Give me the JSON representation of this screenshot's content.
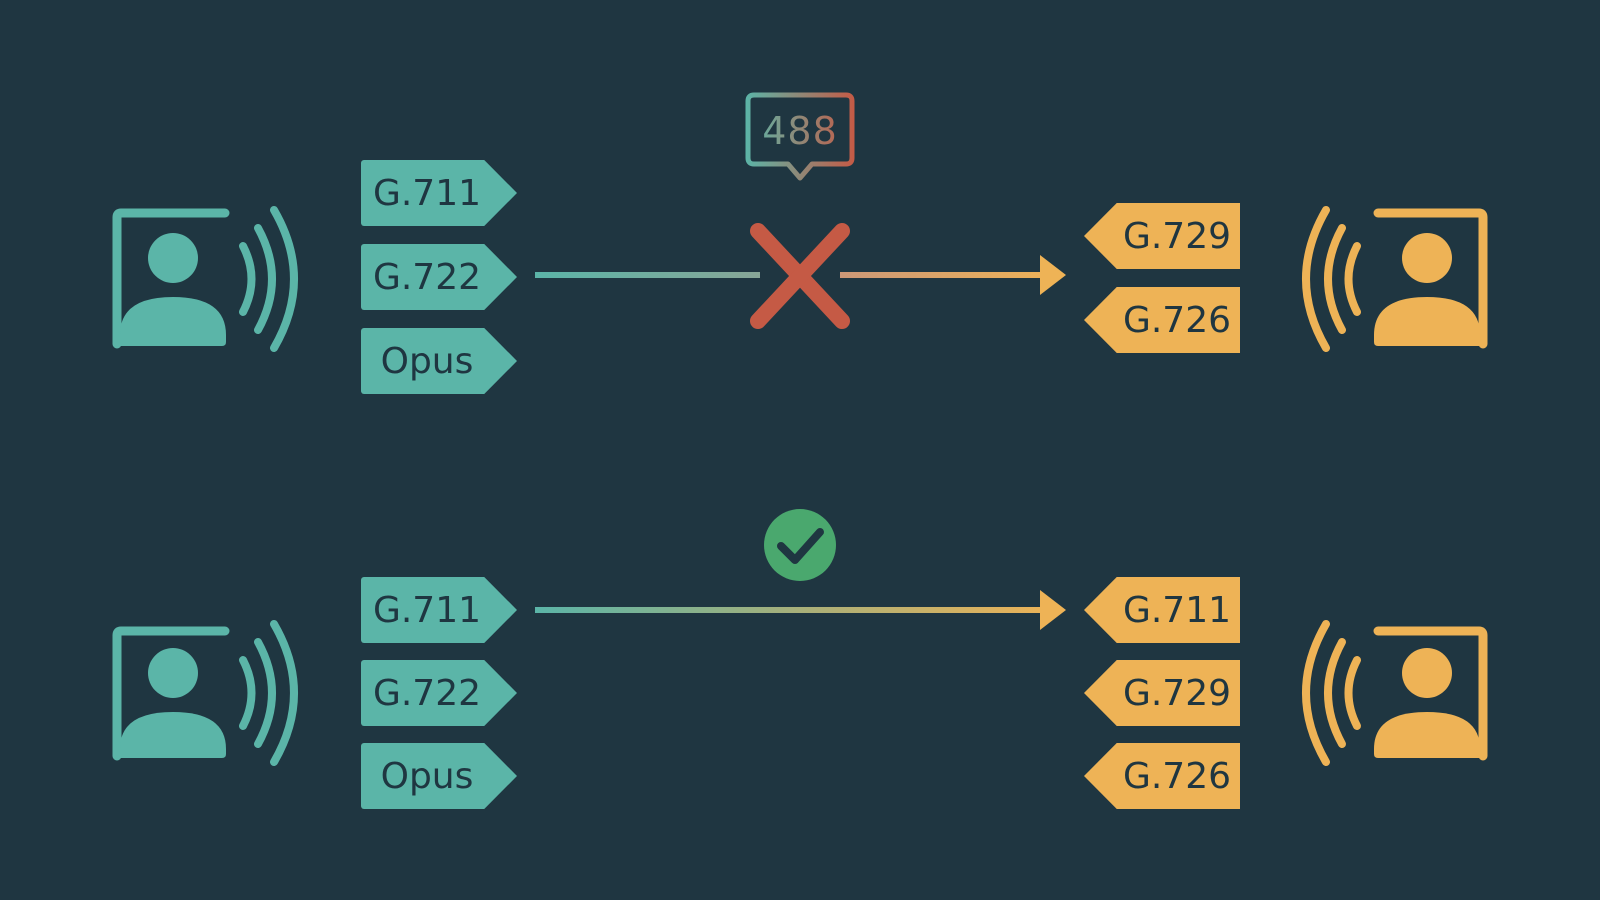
{
  "colors": {
    "background": "#1f3641",
    "caller": "#5bb5a8",
    "callee": "#eeb356",
    "reject": "#c55a45",
    "accept": "#4aa86e"
  },
  "top": {
    "offer_codecs": [
      "G.711",
      "G.722",
      "Opus"
    ],
    "answer_codecs": [
      "G.729",
      "G.726"
    ],
    "response_code": "488",
    "result_icon": "x-mark-icon"
  },
  "bottom": {
    "offer_codecs": [
      "G.711",
      "G.722",
      "Opus"
    ],
    "answer_codecs": [
      "G.711",
      "G.729",
      "G.726"
    ],
    "result_icon": "check-circle-icon"
  },
  "icons": {
    "caller": "person-speaking-icon",
    "callee": "person-speaking-icon"
  }
}
